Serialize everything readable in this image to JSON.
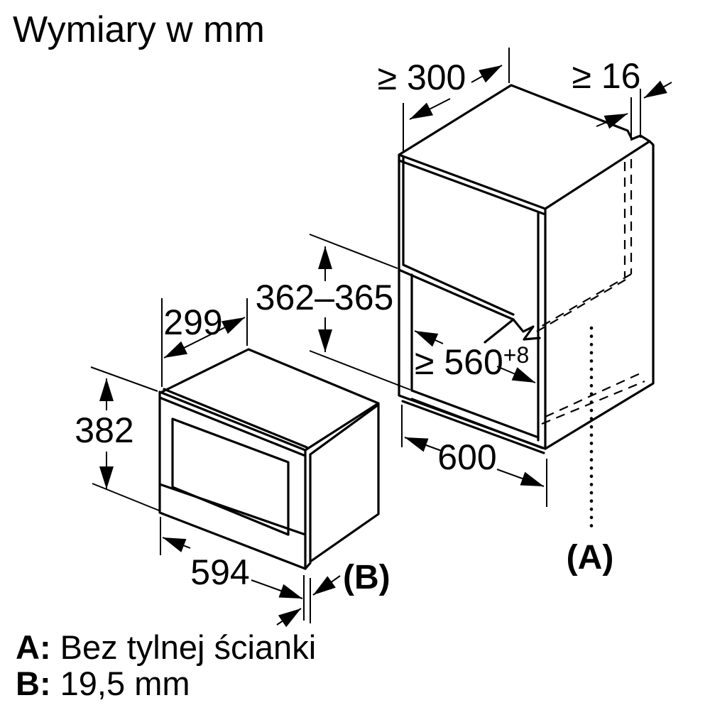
{
  "title": "Wymiary w mm",
  "oven": {
    "depth_label": "299",
    "height_label": "382",
    "width_label": "594",
    "door_ref_label": "(B)"
  },
  "cabinet": {
    "top_depth_label": "≥ 300",
    "wall_thickness_label": "≥ 16",
    "niche_height_label": "362–365",
    "niche_width_label": "≥ 560",
    "niche_width_sup": "+8",
    "bottom_width_label": "600",
    "back_ref_label": "(A)"
  },
  "legend": {
    "item_a": {
      "key": "A:",
      "text": "Bez tylnej ścianki"
    },
    "item_b": {
      "key": "B:",
      "text": "19,5 mm"
    }
  },
  "colors": {
    "ink": "#000000",
    "background": "#ffffff"
  }
}
